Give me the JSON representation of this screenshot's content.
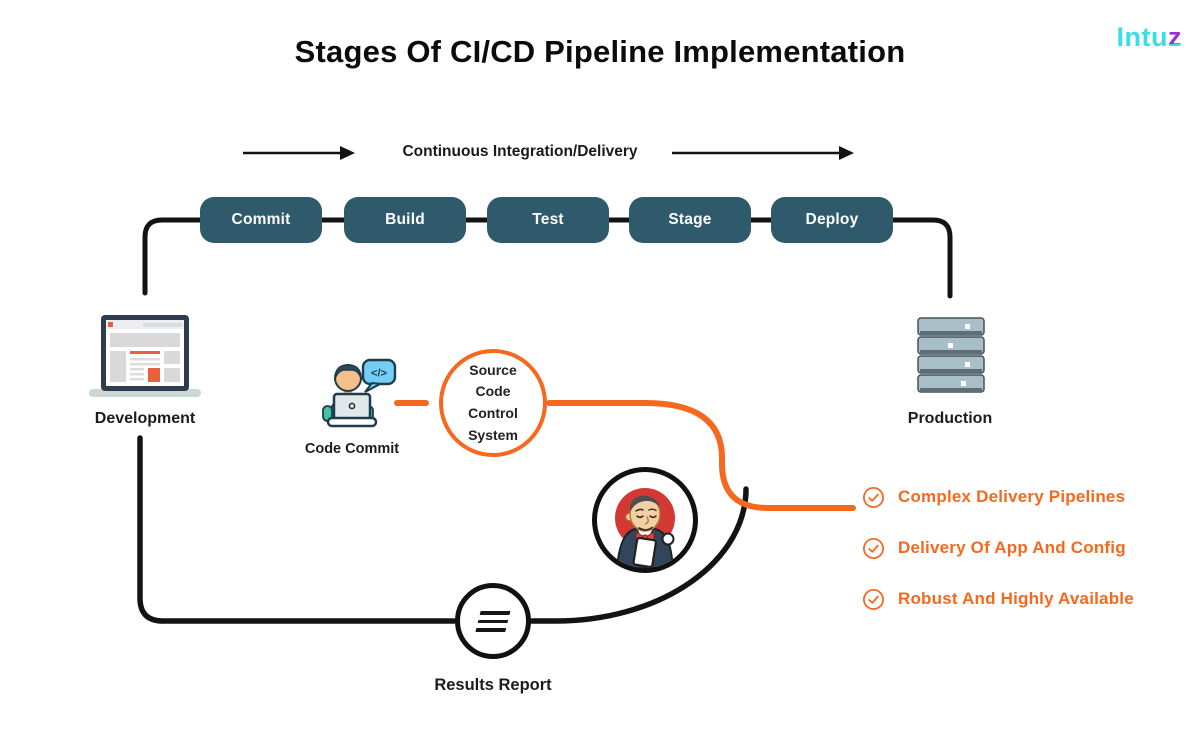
{
  "title": "Stages Of CI/CD Pipeline Implementation",
  "logo": {
    "text_main": "Intu",
    "text_z": "z"
  },
  "flow": {
    "label": "Continuous Integration/Delivery"
  },
  "pipeline": {
    "stages": [
      "Commit",
      "Build",
      "Test",
      "Stage",
      "Deploy"
    ]
  },
  "nodes": {
    "development": {
      "label": "Development",
      "icon": "laptop-icon"
    },
    "production": {
      "label": "Production",
      "icon": "server-rack-icon"
    },
    "code_commit": {
      "label": "Code Commit",
      "icon": "developer-at-laptop-icon",
      "bubble_glyph": "</>"
    },
    "source_control": {
      "label": "Source Code Control System"
    },
    "jenkins": {
      "icon": "jenkins-butler-icon"
    },
    "results_report": {
      "label": "Results Report",
      "icon": "report-lines-icon"
    }
  },
  "benefits": [
    {
      "icon": "check-circle-icon",
      "label": "Complex Delivery Pipelines"
    },
    {
      "icon": "check-circle-icon",
      "label": "Delivery Of App And Config"
    },
    {
      "icon": "check-circle-icon",
      "label": "Robust And Highly Available"
    }
  ],
  "colors": {
    "ink": "#131313",
    "stage-pill": "#2e5a6b",
    "accent-orange": "#f4691e",
    "logo-cyan": "#38dfe2",
    "logo-purple": "#9a30d0",
    "jenkins-red": "#d33833",
    "server-gray": "#a9bfc7"
  }
}
